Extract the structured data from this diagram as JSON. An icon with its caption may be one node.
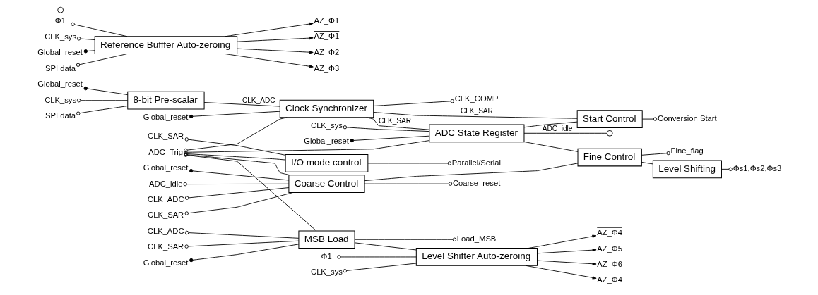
{
  "diagram": {
    "nodes": [
      {
        "text": [
          "Global_reset"
        ]
      },
      {
        "text": [
          "CLK_sys"
        ]
      },
      {
        "text": [
          "SPI data"
        ]
      },
      {
        "text": [
          "8-bit Pre-scalar"
        ]
      },
      {
        "text": [
          "Global_reset"
        ]
      },
      {
        "text": [
          "Clock Synchronizer"
        ]
      },
      {
        "text": [
          "CLK_COMP"
        ]
      },
      {
        "text": [
          "ADC_Trig"
        ]
      },
      {
        "text": [
          "Start Control"
        ]
      },
      {
        "text": [
          "Conversion Start"
        ]
      },
      {
        "text": [
          "ADC State Register"
        ]
      },
      {
        "text": [
          "CLK_sys"
        ]
      },
      {
        "text": [
          "Global_reset"
        ]
      },
      {
        "text": [],
        "shape": "circle"
      },
      {
        "text": [
          "I/O mode control"
        ]
      },
      {
        "text": [
          "CLK_SAR"
        ]
      },
      {
        "text": [
          "Parallel/Serial"
        ]
      },
      {
        "text": [
          "Fine Control"
        ]
      },
      {
        "text": [
          "Level Shifting"
        ]
      },
      {
        "text": [
          "Φs1,Φs2,Φs3"
        ]
      },
      {
        "text": [
          "Fine_flag"
        ]
      },
      {
        "text": [
          "Φ1"
        ]
      },
      {
        "text": [
          "CLK_sys"
        ]
      },
      {
        "text": [
          "Global_reset"
        ]
      },
      {
        "text": [
          "SPI data"
        ]
      },
      {
        "text": [
          "Reference Bufffer Auto-zeroing"
        ]
      },
      {
        "text": [
          "AZ_Φ1"
        ]
      },
      {
        "text": [
          "AZ_Φ1"
        ]
      },
      {
        "text": [
          "AZ_Φ2"
        ]
      },
      {
        "text": [
          "AZ_Φ3"
        ]
      },
      {
        "text": [
          "MSB Load"
        ]
      },
      {
        "text": [
          "CLK_ADC"
        ]
      },
      {
        "text": [
          "CLK_SAR"
        ]
      },
      {
        "text": [
          "Global_reset"
        ]
      },
      {
        "text": [
          "Load_MSB"
        ]
      },
      {
        "text": [
          "Level Shifter Auto-zeroing"
        ]
      },
      {
        "text": [
          "CLK_sys"
        ]
      },
      {
        "text": [
          "Φ1"
        ]
      },
      {
        "text": [
          "AZ_Φ4"
        ]
      },
      {
        "text": [
          "AZ_Φ4"
        ]
      },
      {
        "text": [
          "AZ_Φ5"
        ]
      },
      {
        "text": [
          "AZ_Φ6"
        ]
      },
      {
        "text": [],
        "shape": "circle"
      },
      {
        "text": [
          "Coarse Control"
        ]
      },
      {
        "text": [
          "ADC_idle"
        ]
      },
      {
        "text": [
          "CLK_ADC"
        ]
      },
      {
        "text": [
          "CLK_SAR"
        ]
      },
      {
        "text": [
          "Global_reset"
        ]
      },
      {
        "text": [
          "Coarse_reset"
        ]
      }
    ],
    "edges": [
      {
        "from": 0,
        "to": 3,
        "arrow": "other"
      },
      {
        "from": 1,
        "to": 3,
        "arrow": "other"
      },
      {
        "from": 2,
        "to": 3,
        "arrow": "other"
      },
      {
        "from": 3,
        "to": 5,
        "arrow": "none",
        "label": "CLK_ADC"
      },
      {
        "from": 4,
        "to": 5,
        "arrow": "other"
      },
      {
        "from": 7,
        "to": 5,
        "arrow": "other"
      },
      {
        "from": 5,
        "to": 6,
        "arrow": "other"
      },
      {
        "from": 5,
        "to": 10,
        "arrow": "none",
        "label": "CLK_SAR"
      },
      {
        "from": 5,
        "to": 8,
        "arrow": "none",
        "label": "CLK_SAR"
      },
      {
        "from": 7,
        "to": 10,
        "arrow": "other"
      },
      {
        "from": 7,
        "to": 14,
        "arrow": "other"
      },
      {
        "from": 7,
        "to": 30,
        "arrow": "other"
      },
      {
        "from": 7,
        "to": 43,
        "arrow": "other"
      },
      {
        "from": 11,
        "to": 10,
        "arrow": "other"
      },
      {
        "from": 12,
        "to": 10,
        "arrow": "other"
      },
      {
        "from": 10,
        "to": 13,
        "arrow": "none",
        "label": "ADC_idle"
      },
      {
        "from": 10,
        "to": 8,
        "arrow": "none"
      },
      {
        "from": 10,
        "to": 17,
        "arrow": "none"
      },
      {
        "from": 8,
        "to": 9,
        "arrow": "other"
      },
      {
        "from": 15,
        "to": 14,
        "arrow": "other"
      },
      {
        "from": 14,
        "to": 16,
        "arrow": "other"
      },
      {
        "from": 17,
        "to": 18,
        "arrow": "none"
      },
      {
        "from": 17,
        "to": 20,
        "arrow": "other"
      },
      {
        "from": 18,
        "to": 19,
        "arrow": "other"
      },
      {
        "from": 43,
        "to": 17,
        "arrow": "none"
      },
      {
        "from": 43,
        "to": 48,
        "arrow": "other"
      },
      {
        "from": 21,
        "to": 25,
        "arrow": "other"
      },
      {
        "from": 22,
        "to": 25,
        "arrow": "other"
      },
      {
        "from": 23,
        "to": 25,
        "arrow": "other"
      },
      {
        "from": 24,
        "to": 25,
        "arrow": "other"
      },
      {
        "from": 25,
        "to": 26,
        "arrow": "to"
      },
      {
        "from": 25,
        "to": 27,
        "arrow": "to"
      },
      {
        "from": 25,
        "to": 28,
        "arrow": "to"
      },
      {
        "from": 25,
        "to": 29,
        "arrow": "to"
      },
      {
        "from": 31,
        "to": 30,
        "arrow": "other"
      },
      {
        "from": 32,
        "to": 30,
        "arrow": "other"
      },
      {
        "from": 33,
        "to": 30,
        "arrow": "other"
      },
      {
        "from": 30,
        "to": 35,
        "arrow": "none"
      },
      {
        "from": 30,
        "to": 34,
        "arrow": "other"
      },
      {
        "from": 36,
        "to": 35,
        "arrow": "other"
      },
      {
        "from": 37,
        "to": 35,
        "arrow": "other"
      },
      {
        "from": 35,
        "to": 38,
        "arrow": "to"
      },
      {
        "from": 35,
        "to": 39,
        "arrow": "to"
      },
      {
        "from": 35,
        "to": 40,
        "arrow": "to"
      },
      {
        "from": 35,
        "to": 41,
        "arrow": "to"
      },
      {
        "from": 44,
        "to": 43,
        "arrow": "other"
      },
      {
        "from": 45,
        "to": 43,
        "arrow": "other"
      },
      {
        "from": 46,
        "to": 43,
        "arrow": "other"
      },
      {
        "from": 47,
        "to": 43,
        "arrow": "other"
      }
    ]
  }
}
